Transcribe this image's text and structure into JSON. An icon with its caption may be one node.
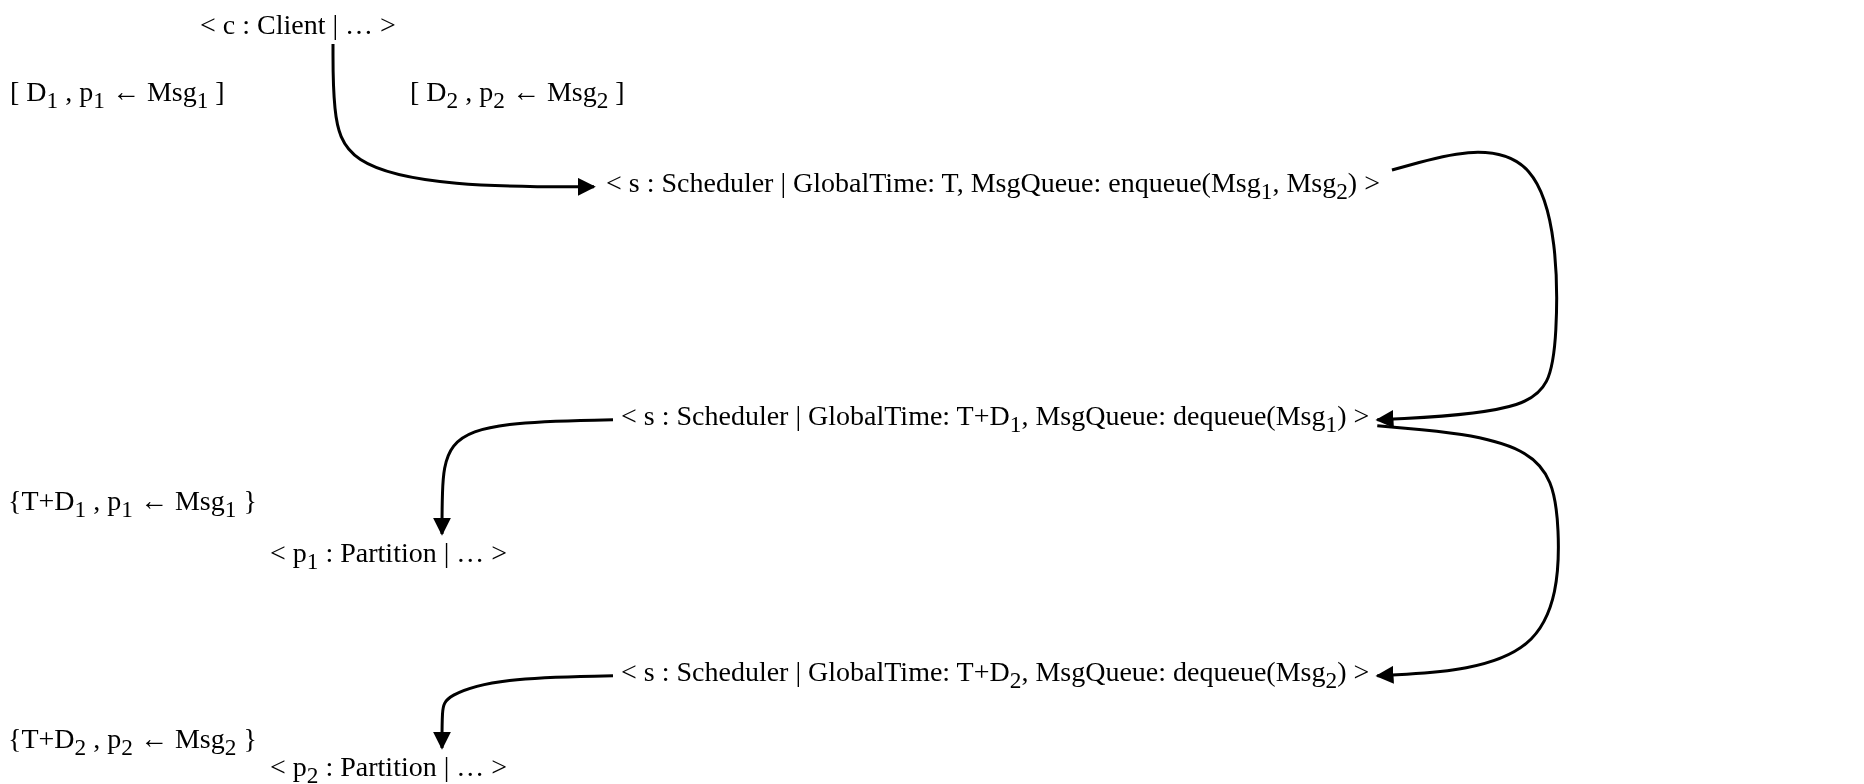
{
  "diagram": {
    "nodes": [
      {
        "text": [
          "< c : Client | … >"
        ]
      },
      {
        "text": [
          "< s : Scheduler | GlobalTime: T, MsgQueue: enqueue(Msg$_{1}$, Msg$_{2}$) >"
        ]
      },
      {
        "text": [
          "< s : Scheduler | GlobalTime: T+D$_{1}$, MsgQueue: dequeue(Msg$_{1}$) >"
        ]
      },
      {
        "text": [
          "< p$_{1}$ : Partition | … >"
        ]
      },
      {
        "text": [
          "< s : Scheduler | GlobalTime: T+D$_{2}$, MsgQueue: dequeue(Msg$_{2}$) >"
        ]
      },
      {
        "text": [
          "< p$_{2}$ : Partition | … >"
        ]
      }
    ],
    "edges": [
      {
        "from": 0,
        "to": 1,
        "arrow": "to"
      },
      {
        "from": 1,
        "to": 2,
        "arrow": "to"
      },
      {
        "from": 2,
        "to": 4,
        "arrow": "to"
      },
      {
        "from": 2,
        "to": 3,
        "arrow": "to"
      },
      {
        "from": 4,
        "to": 5,
        "arrow": "to"
      }
    ],
    "labels": [
      "[ D$_{1}$ , p$_{1}$ ← Msg$_{1}$ ]",
      "[ D$_{2}$ , p$_{2}$ ← Msg$_{2}$ ]",
      "{T+D$_{1}$ , p$_{1}$ ← Msg$_{1}$ }",
      "{T+D$_{2}$ , p$_{2}$ ← Msg$_{2}$ }"
    ]
  }
}
